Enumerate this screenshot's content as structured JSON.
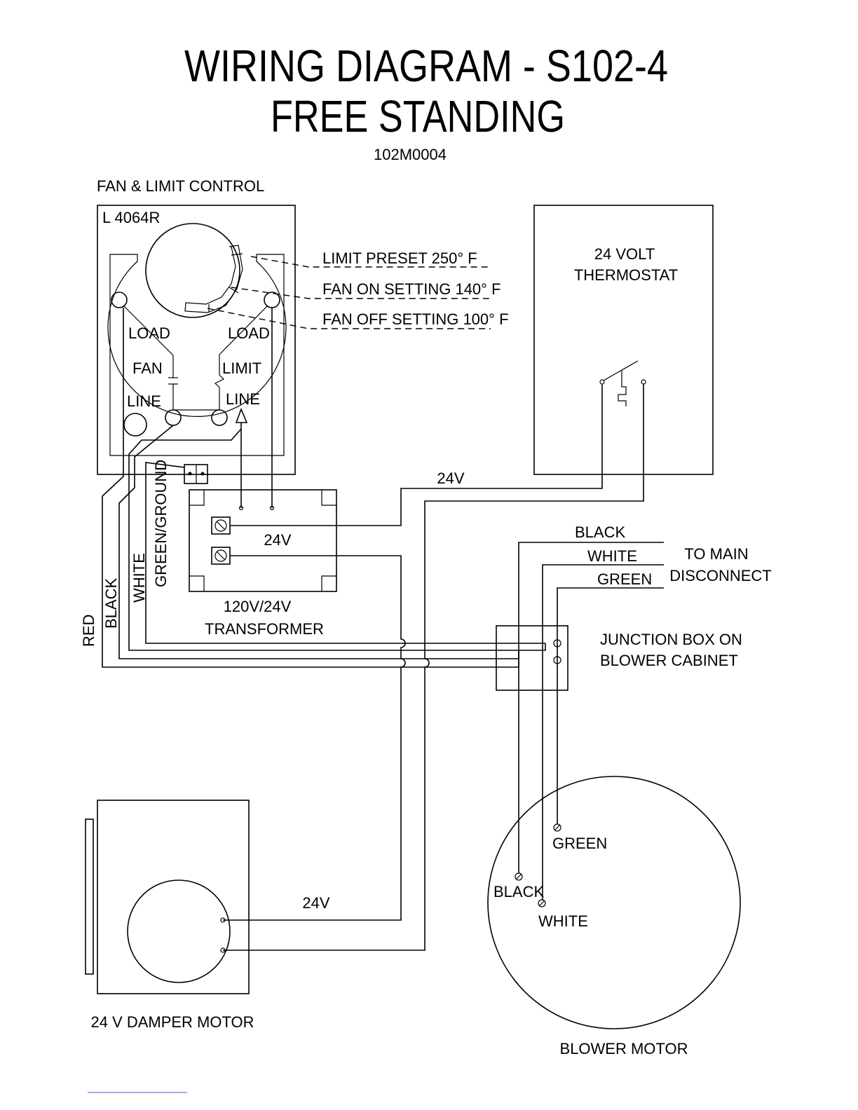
{
  "title": {
    "line1": "WIRING DIAGRAM  -  S102-4",
    "line2": "FREE STANDING",
    "doc_number": "102M0004"
  },
  "fan_limit_control": {
    "heading": "FAN & LIMIT CONTROL",
    "model": "L 4064R",
    "load_left": "LOAD",
    "load_right": "LOAD",
    "fan": "FAN",
    "limit": "LIMIT",
    "line_left": "LINE",
    "line_right": "LINE",
    "settings": [
      "LIMIT PRESET 250° F",
      "FAN ON SETTING 140° F",
      "FAN OFF SETTING 100° F"
    ]
  },
  "thermostat": {
    "line1": "24 VOLT",
    "line2": "THERMOSTAT"
  },
  "transformer": {
    "voltage": "24V",
    "line1": "120V/24V",
    "line2": "TRANSFORMER"
  },
  "wire_labels": {
    "thermostat_24v": "24V",
    "damper_24v": "24V",
    "red": "RED",
    "black": "BLACK",
    "white": "WHITE",
    "green_ground": "GREEN/GROUND"
  },
  "main_disconnect": {
    "black": "BLACK",
    "white": "WHITE",
    "green": "GREEN",
    "line1": "TO MAIN",
    "line2": "DISCONNECT"
  },
  "junction_box": {
    "line1": "JUNCTION BOX ON",
    "line2": "BLOWER CABINET"
  },
  "blower_motor": {
    "label": "BLOWER MOTOR",
    "green": "GREEN",
    "black": "BLACK",
    "white": "WHITE"
  },
  "damper_motor": {
    "label": "24 V DAMPER MOTOR"
  }
}
